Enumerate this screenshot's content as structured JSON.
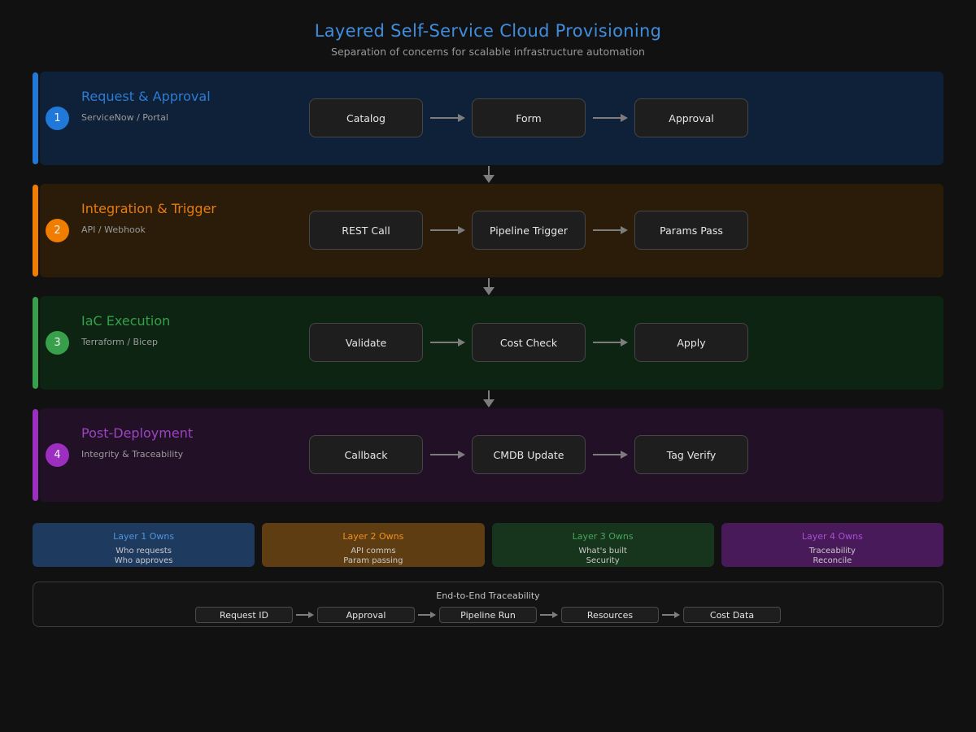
{
  "header": {
    "title": "Layered Self-Service Cloud Provisioning",
    "subtitle": "Separation of concerns for scalable infrastructure automation"
  },
  "colors": {
    "page_bg": "#111111",
    "title": "#3f8ede",
    "arrow": "#7d7d7d",
    "step_box_bg": "#1e1e1e",
    "step_box_border": "#454545"
  },
  "layers": [
    {
      "number": "1",
      "title": "Request & Approval",
      "subtitle": "ServiceNow / Portal",
      "accent": "#2079d8",
      "band_bg": "#0f2138",
      "title_color": "#2b7cd3",
      "steps": [
        "Catalog",
        "Form",
        "Approval"
      ]
    },
    {
      "number": "2",
      "title": "Integration & Trigger",
      "subtitle": "API / Webhook",
      "accent": "#f07c00",
      "band_bg": "#2a1c09",
      "title_color": "#e87c0e",
      "steps": [
        "REST Call",
        "Pipeline Trigger",
        "Params Pass"
      ]
    },
    {
      "number": "3",
      "title": "IaC Execution",
      "subtitle": "Terraform / Bicep",
      "accent": "#38a04a",
      "band_bg": "#0e2412",
      "title_color": "#35a04b",
      "steps": [
        "Validate",
        "Cost Check",
        "Apply"
      ]
    },
    {
      "number": "4",
      "title": "Post-Deployment",
      "subtitle": "Integrity & Traceability",
      "accent": "#9c2fc0",
      "band_bg": "#221027",
      "title_color": "#9b44c4",
      "steps": [
        "Callback",
        "CMDB Update",
        "Tag Verify"
      ]
    }
  ],
  "ownership": [
    {
      "title": "Layer 1 Owns",
      "lines": [
        "Who requests",
        "Who approves"
      ],
      "bg": "#1e3a5f",
      "title_color": "#4e95de"
    },
    {
      "title": "Layer 2 Owns",
      "lines": [
        "API comms",
        "Param passing"
      ],
      "bg": "#5e3d12",
      "title_color": "#f0901c"
    },
    {
      "title": "Layer 3 Owns",
      "lines": [
        "What's built",
        "Security"
      ],
      "bg": "#17351c",
      "title_color": "#46a65a"
    },
    {
      "title": "Layer 4 Owns",
      "lines": [
        "Traceability",
        "Reconcile"
      ],
      "bg": "#491a5a",
      "title_color": "#a94fd2"
    }
  ],
  "traceability": {
    "title": "End-to-End Traceability",
    "steps": [
      "Request ID",
      "Approval",
      "Pipeline Run",
      "Resources",
      "Cost Data"
    ]
  }
}
